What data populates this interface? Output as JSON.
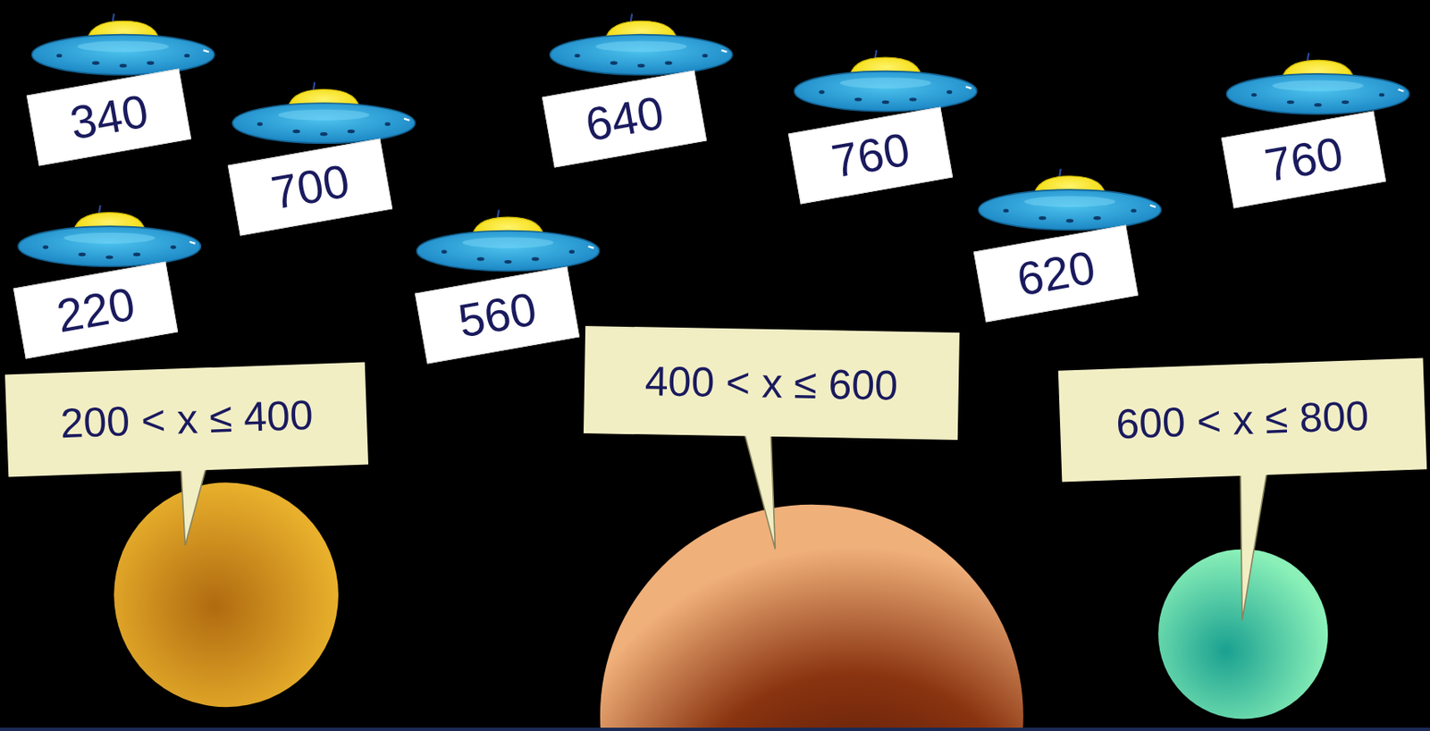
{
  "diagram": {
    "nodes": [
      {
        "text": [
          "340"
        ]
      },
      {
        "text": [
          "640"
        ]
      },
      {
        "text": [
          "760"
        ]
      },
      {
        "text": [
          "760"
        ]
      },
      {
        "text": [
          "700"
        ]
      },
      {
        "text": [
          "620"
        ]
      },
      {
        "text": [
          "220"
        ]
      },
      {
        "text": [
          "560"
        ]
      },
      {
        "text": [
          "200 < x ≤ 400"
        ]
      },
      {
        "text": [
          "400 < x ≤ 600"
        ]
      },
      {
        "text": [
          "600 < x ≤ 800"
        ]
      }
    ]
  }
}
